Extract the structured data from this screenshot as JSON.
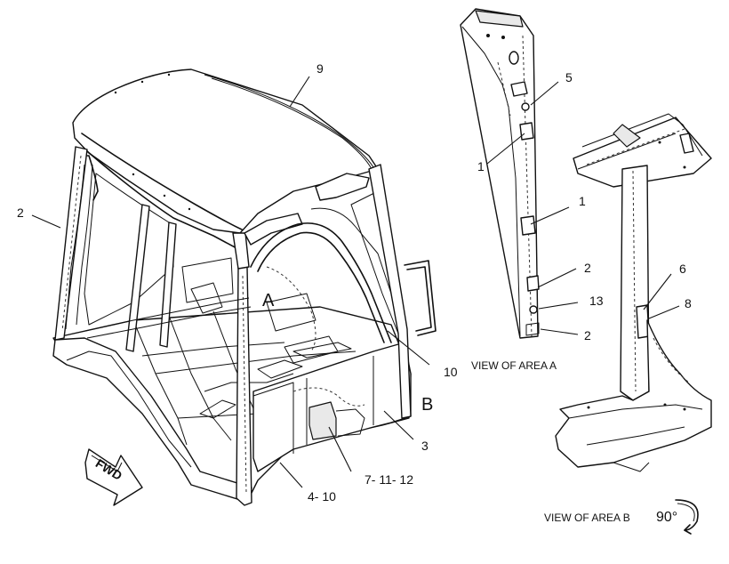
{
  "callouts": {
    "n9": "9",
    "n2_left": "2",
    "n10": "10",
    "n3": "3",
    "n7_11_12": "7- 11- 12",
    "n4_10": "4- 10",
    "n5": "5",
    "n1_upper": "1",
    "n1_lower": "1",
    "n2_a_upper": "2",
    "n13": "13",
    "n2_a_lower": "2",
    "n6": "6",
    "n8": "8"
  },
  "area_labels": {
    "a": "A",
    "b": "B"
  },
  "view_labels": {
    "area_a": "VIEW OF AREA  A",
    "area_b": "VIEW OF AREA  B"
  },
  "rotation": "90°",
  "fwd": "FWD",
  "colors": {
    "ink": "#111111",
    "background": "#ffffff"
  }
}
